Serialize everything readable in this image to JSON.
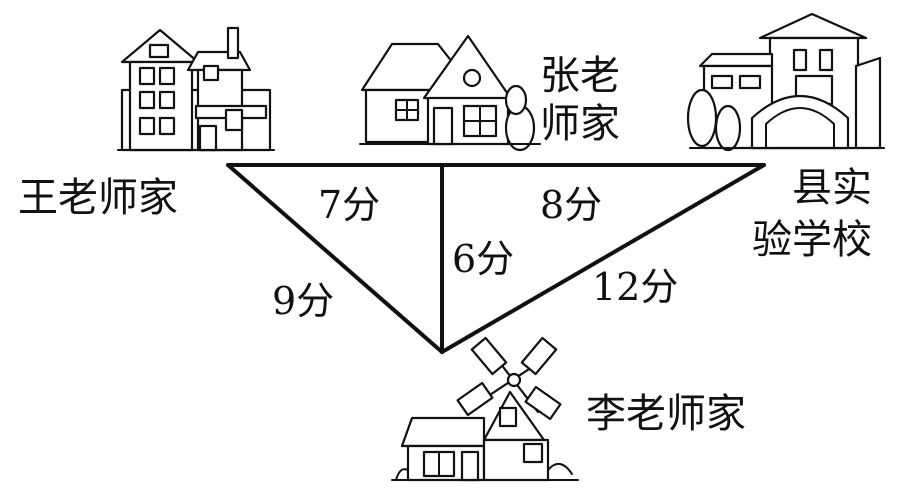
{
  "places": {
    "wang": "王老师家",
    "zhang_line1": "张老",
    "zhang_line2": "师家",
    "school_line1": "县实",
    "school_line2": "验学校",
    "li": "李老师家"
  },
  "routes": {
    "wang_zhang": "7分",
    "zhang_school": "8分",
    "zhang_li": "6分",
    "wang_li": "9分",
    "school_li": "12分"
  }
}
